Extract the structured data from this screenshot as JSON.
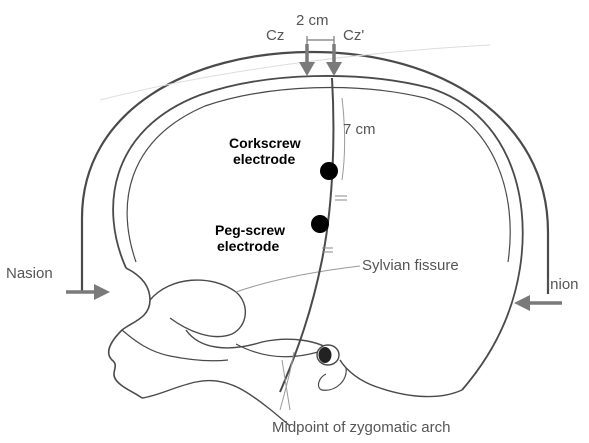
{
  "labels": {
    "cz": "Cz",
    "cz_prime": "Cz'",
    "distance_top": "2 cm",
    "distance_side": "7 cm",
    "corkscrew_line1": "Corkscrew",
    "corkscrew_line2": "electrode",
    "pegscrew_line1": "Peg-screw",
    "pegscrew_line2": "electrode",
    "sylvian": "Sylvian fissure",
    "nasion": "Nasion",
    "inion": "Inion",
    "zygomatic": "Midpoint of zygomatic arch"
  },
  "colors": {
    "outline": "#4a4a4a",
    "arrow": "#7a7a7a",
    "electrode": "#000000",
    "label_gray": "#555555"
  }
}
